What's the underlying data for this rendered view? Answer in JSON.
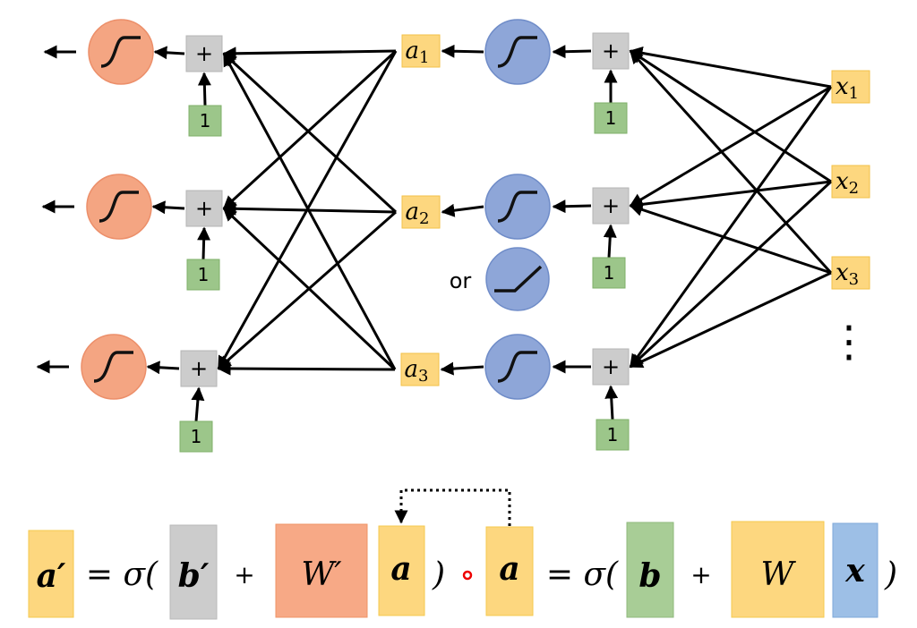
{
  "colors": {
    "output_neuron": "#f4a582",
    "hidden_neuron": "#8ea6d8",
    "sum_box": "#cccccc",
    "bias_box": "#9cc68a",
    "activation_box": "#fdd77f",
    "input_box_eq": "#9dbfe6",
    "weight_prime_box": "#f7a986"
  },
  "diagram": {
    "plus": "+",
    "bias": "1",
    "or_label": "or",
    "hidden": [
      {
        "var": "a",
        "sub": "1"
      },
      {
        "var": "a",
        "sub": "2"
      },
      {
        "var": "a",
        "sub": "3"
      }
    ],
    "inputs": [
      {
        "var": "x",
        "sub": "1"
      },
      {
        "var": "x",
        "sub": "2"
      },
      {
        "var": "x",
        "sub": "3"
      }
    ],
    "ellipsis": "⋮",
    "icons": [
      "sigmoid-icon",
      "relu-icon",
      "arrow-left-icon"
    ]
  },
  "equation": {
    "a_prime": "a′",
    "eq_sigma_1": "= σ(",
    "b_prime": "b′",
    "plus_1": "+",
    "w_prime": "W′",
    "a_1": "a",
    "close_1": ")",
    "a_2": "a",
    "eq_sigma_2": "= σ(",
    "b": "b",
    "plus_2": "+",
    "w": "W",
    "x": "x",
    "close_2": ")"
  }
}
